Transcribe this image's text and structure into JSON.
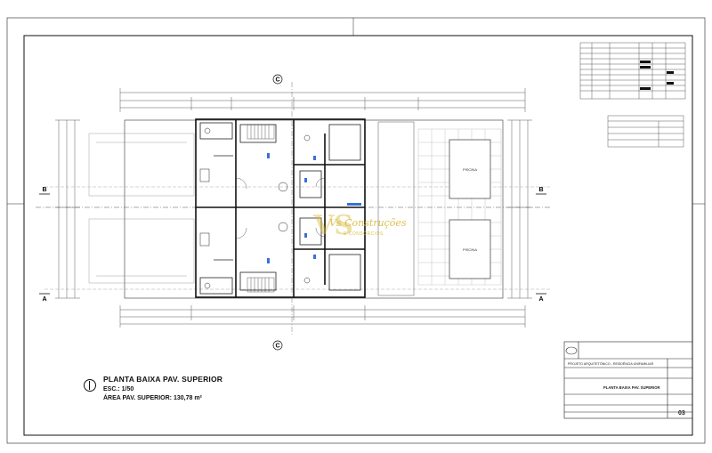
{
  "drawing": {
    "title": "PLANTA BAIXA PAV. SUPERIOR",
    "scale": "ESC.: 1/50",
    "area": "ÁREA PAV. SUPERIOR: 130,78 m²"
  },
  "markers": {
    "section_top": "C",
    "section_bottom": "C",
    "section_left_b": "B",
    "section_right_b": "B",
    "section_left_a": "A",
    "section_right_a": "A"
  },
  "rooms": {
    "pool_label_top": "PISCINA",
    "pool_label_bottom": "PISCINA"
  },
  "title_block": {
    "project_line": "PROJETO ARQUITETÔNICO - RESIDÊNCIA UNIFAMILIAR",
    "sheet_content": "PLANTA BAIXA PAV. SUPERIOR",
    "sheet_number": "03"
  },
  "watermark": {
    "brand": "Vs Construções",
    "subtitle": "E CONSÓRCIOS",
    "monogram": "VS"
  },
  "colors": {
    "line": "#1a1a1a",
    "hatch": "#9a9a9a",
    "fixture_blue": "#3b6fd8",
    "watermark_gold": "#d8b93a"
  }
}
